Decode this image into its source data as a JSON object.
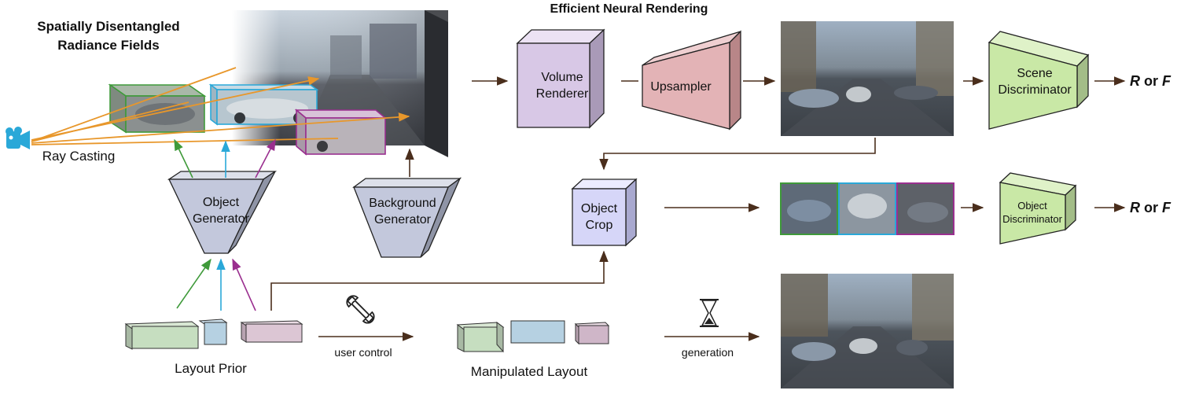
{
  "titles": {
    "radiance_fields_line1": "Spatially Disentangled",
    "radiance_fields_line2": "Radiance Fields",
    "efficient_rendering": "Efficient Neural Rendering"
  },
  "labels": {
    "ray_casting": "Ray Casting",
    "object_generator_line1": "Object",
    "object_generator_line2": "Generator",
    "background_generator_line1": "Background",
    "background_generator_line2": "Generator",
    "volume_renderer_line1": "Volume",
    "volume_renderer_line2": "Renderer",
    "upsampler": "Upsampler",
    "scene_discriminator_line1": "Scene",
    "scene_discriminator_line2": "Discriminator",
    "object_crop_line1": "Object",
    "object_crop_line2": "Crop",
    "object_discriminator_line1": "Object",
    "object_discriminator_line2": "Discriminator",
    "layout_prior": "Layout Prior",
    "user_control": "user control",
    "manipulated_layout": "Manipulated Layout",
    "generation": "generation"
  },
  "outputs": {
    "scene_r": "R",
    "scene_or": " or ",
    "scene_f": "F",
    "object_r": "R",
    "object_or": " or ",
    "object_f": "F"
  },
  "icons": [
    "camera-icon",
    "wrench-icon",
    "hourglass-icon"
  ],
  "colors": {
    "arrow": "#4a2e1c",
    "ray": "#e8972b",
    "green": "#3f9a3a",
    "cyan": "#2aa8d8",
    "purple": "#9a2f8f",
    "generator": "#c3c8dc",
    "volume_renderer": "#d8c8e6",
    "upsampler": "#e3b3b6",
    "discriminator": "#c9e8a6",
    "object_crop": "#d6d6f8"
  }
}
